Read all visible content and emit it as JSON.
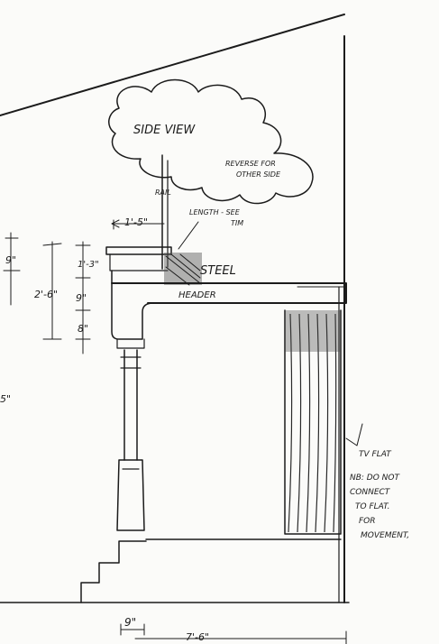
{
  "cloud": {
    "title": "SIDE VIEW",
    "note_line1": "REVERSE FOR",
    "note_line2": "OTHER SIDE"
  },
  "labels": {
    "rail": "RAIL",
    "length_line1": "LENGTH - SEE",
    "length_line2": "TIM",
    "steel": "STEEL",
    "header": "HEADER",
    "tv_flat": "TV FLAT",
    "nb_line1": "NB: DO NOT",
    "nb_line2": "CONNECT",
    "nb_line3": "TO FLAT.",
    "nb_line4": "FOR",
    "nb_line5": "MOVEMENT,"
  },
  "dimensions": {
    "d_1_5": "1'-5\"",
    "d_9_left": "9\"",
    "d_1_3": "1'-3\"",
    "d_2_6": "2'-6\"",
    "d_9_mid": "9\"",
    "d_8": "8\"",
    "d_edge": "5\"",
    "d_9_bottom": "9\"",
    "d_7_6": "7'-6\""
  }
}
